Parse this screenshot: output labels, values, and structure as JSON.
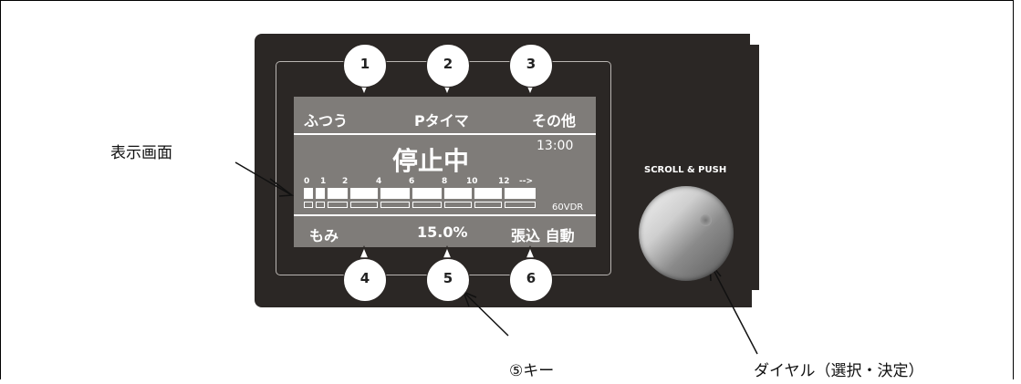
{
  "keys": {
    "1": "1",
    "2": "2",
    "3": "3",
    "4": "4",
    "5": "5",
    "6": "6"
  },
  "lcd": {
    "top_left": "ふつう",
    "top_center": "Pタイマ",
    "top_right": "その他",
    "status": "停止中",
    "time": "13:00",
    "scale": [
      "0",
      "1",
      "2",
      "4",
      "6",
      "8",
      "10",
      "12",
      "-->"
    ],
    "voltage": "60VDR",
    "bottom_left": "もみ",
    "bottom_center": "15.0%",
    "bottom_right": "張込 自動"
  },
  "dial": {
    "label": "SCROLL & PUSH"
  },
  "callouts": {
    "display": "表示画面",
    "key5": "⑤キー",
    "dial": "ダイヤル（選択・決定）"
  }
}
